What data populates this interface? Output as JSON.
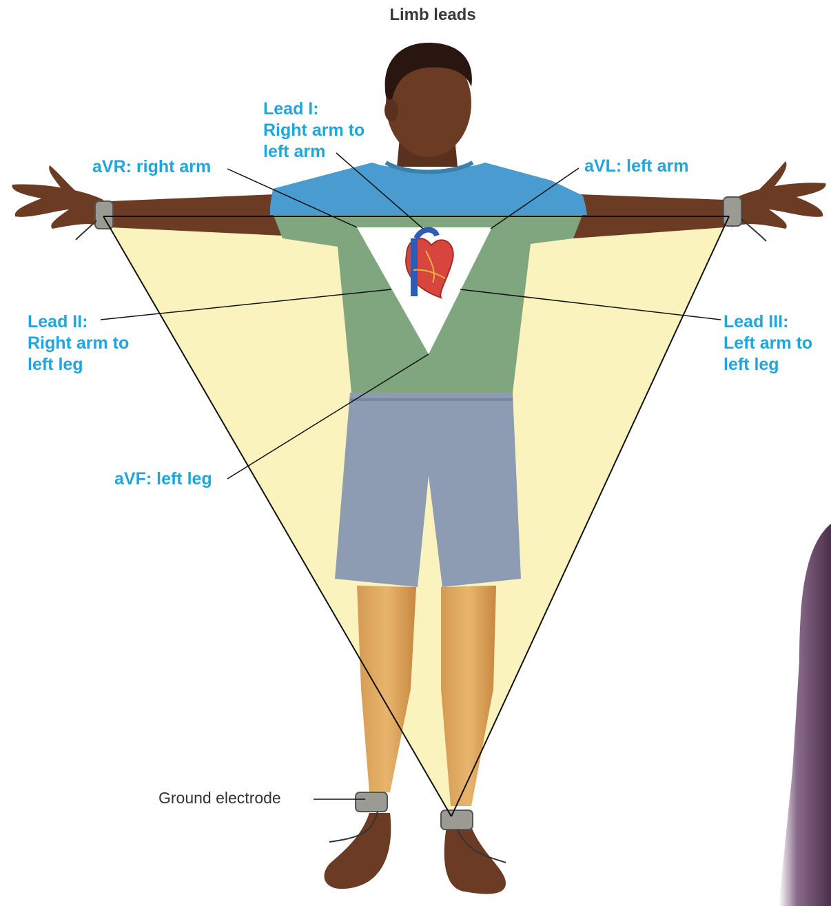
{
  "title": "Limb leads",
  "labels": {
    "lead_i": "Lead I:\nRight arm to\nleft arm",
    "avr": "aVR: right arm",
    "avl": "aVL: left arm",
    "lead_ii": "Lead II:\nRight arm to\nleft leg",
    "lead_iii": "Lead III:\nLeft arm to\nleft leg",
    "avf": "aVF: left leg",
    "ground": "Ground electrode"
  },
  "colors": {
    "label": "#1ea6dd",
    "triangle_fill": "#fbf3bd",
    "shirt_top": "#4a9cd0",
    "shirt_bottom": "#7fa67e",
    "shorts": "#8d9bb3",
    "skin": "#6b3b24",
    "heart": "#d8443e"
  }
}
